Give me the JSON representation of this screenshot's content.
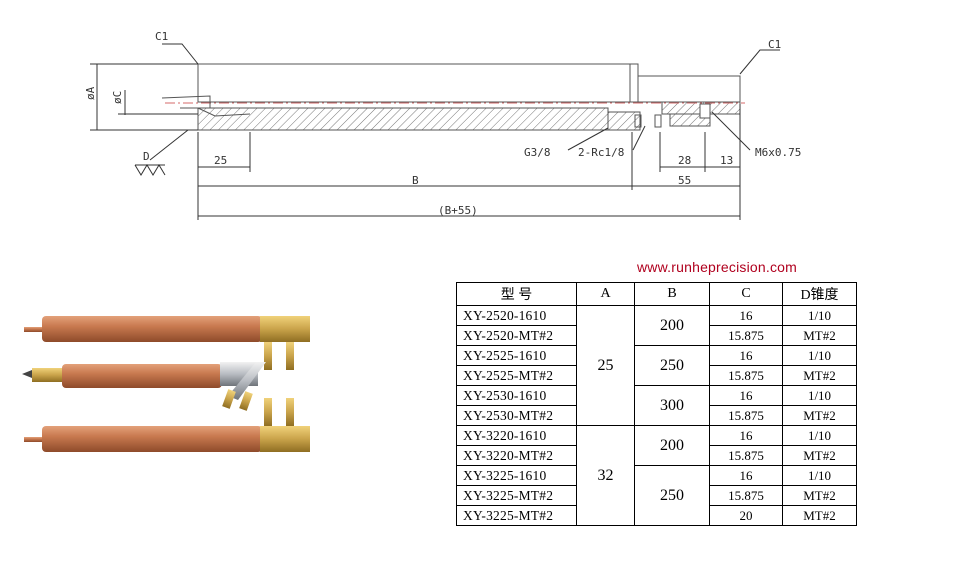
{
  "drawing": {
    "labels": {
      "c1_left": "C1",
      "c1_right": "C1",
      "dia_a": "øA",
      "dia_c": "øC",
      "d": "D",
      "g38": "G3/8",
      "rc18": "2-Rc1/8",
      "m6": "M6x0.75",
      "dim25": "25",
      "dim28": "28",
      "dim13": "13",
      "dimB": "B",
      "dim55": "55",
      "dimB55": "(B+55)"
    }
  },
  "website": "www.runheprecision.com",
  "table": {
    "headers": [
      "型 号",
      "A",
      "B",
      "C",
      "D锥度"
    ],
    "rows": [
      {
        "model": "XY-2520-1610",
        "c": "16",
        "d": "1/10"
      },
      {
        "model": "XY-2520-MT#2",
        "c": "15.875",
        "d": "MT#2"
      },
      {
        "model": "XY-2525-1610",
        "c": "16",
        "d": "1/10"
      },
      {
        "model": "XY-2525-MT#2",
        "c": "15.875",
        "d": "MT#2"
      },
      {
        "model": "XY-2530-1610",
        "c": "16",
        "d": "1/10"
      },
      {
        "model": "XY-2530-MT#2",
        "c": "15.875",
        "d": "MT#2"
      },
      {
        "model": "XY-3220-1610",
        "c": "16",
        "d": "1/10"
      },
      {
        "model": "XY-3220-MT#2",
        "c": "15.875",
        "d": "MT#2"
      },
      {
        "model": "XY-3225-1610",
        "c": "16",
        "d": "1/10"
      },
      {
        "model": "XY-3225-MT#2",
        "c": "15.875",
        "d": "MT#2"
      },
      {
        "model": "XY-3225-MT#2",
        "c": "20",
        "d": "MT#2"
      }
    ],
    "a_groups": [
      "25",
      "32"
    ],
    "b_groups": [
      "200",
      "250",
      "300",
      "200",
      "250"
    ]
  },
  "colors": {
    "url": "#b0001e",
    "copper": "#c8794f",
    "brass": "#c9a34a"
  }
}
